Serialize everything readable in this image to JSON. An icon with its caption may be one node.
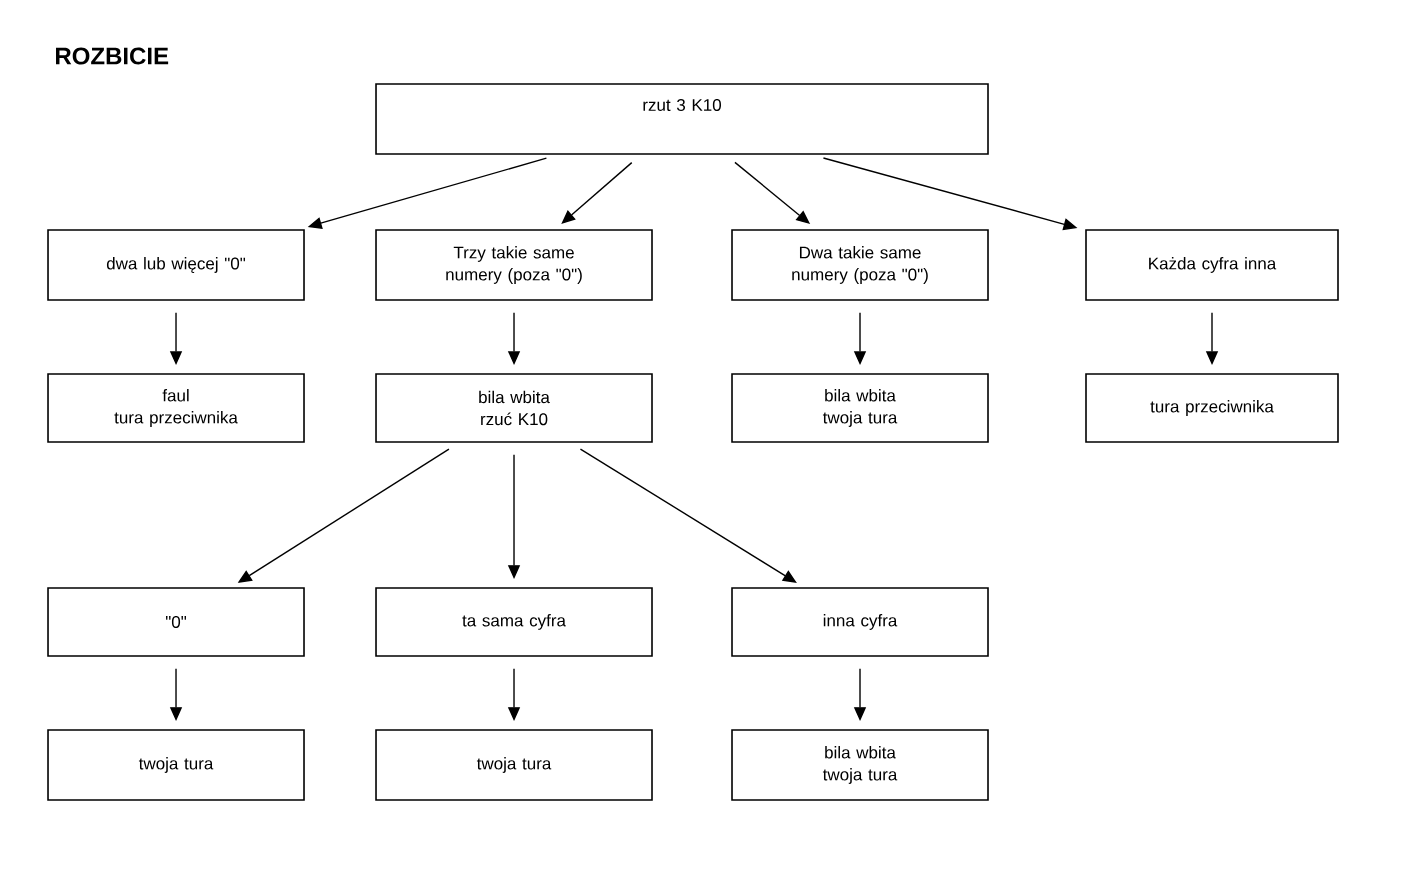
{
  "diagram": {
    "title": "ROZBICIE",
    "nodes": [
      {
        "text": [
          "rzut 3 K10"
        ]
      },
      {
        "text": [
          "dwa lub więcej \"0\""
        ]
      },
      {
        "text": [
          "Trzy takie same numery (poza \"0\")"
        ]
      },
      {
        "text": [
          "Dwa takie same numery (poza \"0\")"
        ]
      },
      {
        "text": [
          "Każda cyfra inna"
        ]
      },
      {
        "text": [
          "faul",
          "tura przeciwnika"
        ]
      },
      {
        "text": [
          "bila wbita",
          "rzuć K10"
        ]
      },
      {
        "text": [
          "bila wbita",
          "twoja tura"
        ]
      },
      {
        "text": [
          "tura przeciwnika"
        ]
      },
      {
        "text": [
          "\"0\""
        ]
      },
      {
        "text": [
          "ta sama cyfra"
        ]
      },
      {
        "text": [
          "inna cyfra"
        ]
      },
      {
        "text": [
          "twoja tura"
        ]
      },
      {
        "text": [
          "twoja tura"
        ]
      },
      {
        "text": [
          "bila wbita",
          "twoja tura"
        ]
      }
    ],
    "edges": [
      {
        "from": 0,
        "to": 1,
        "arrow": "to"
      },
      {
        "from": 0,
        "to": 2,
        "arrow": "to"
      },
      {
        "from": 0,
        "to": 3,
        "arrow": "to"
      },
      {
        "from": 0,
        "to": 4,
        "arrow": "to"
      },
      {
        "from": 1,
        "to": 5,
        "arrow": "to"
      },
      {
        "from": 2,
        "to": 6,
        "arrow": "to"
      },
      {
        "from": 3,
        "to": 7,
        "arrow": "to"
      },
      {
        "from": 4,
        "to": 8,
        "arrow": "to"
      },
      {
        "from": 6,
        "to": 9,
        "arrow": "to"
      },
      {
        "from": 6,
        "to": 10,
        "arrow": "to"
      },
      {
        "from": 6,
        "to": 11,
        "arrow": "to"
      },
      {
        "from": 9,
        "to": 12,
        "arrow": "to"
      },
      {
        "from": 10,
        "to": 13,
        "arrow": "to"
      },
      {
        "from": 11,
        "to": 14,
        "arrow": "to"
      }
    ]
  }
}
